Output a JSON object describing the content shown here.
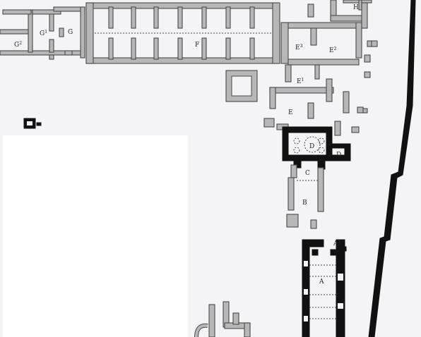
{
  "labels": {
    "g2": "G",
    "g2_sup": "2",
    "g1": "G",
    "g1_sup": "1",
    "g": "G",
    "f": "F",
    "h": "H",
    "e3": "E",
    "e3_sup": "3",
    "e2": "E",
    "e2_sup": "2",
    "e1": "E",
    "e1_sup": "1",
    "e": "E",
    "d": "D",
    "d1": "D",
    "c": "C",
    "b": "B",
    "a1": "A",
    "a1_sup": "1",
    "a": "A"
  },
  "colors": {
    "paper": "#f4f4f6",
    "gray_wall": "#b7b7b7",
    "black_wall": "#111111",
    "blank_area": "#ffffff"
  }
}
